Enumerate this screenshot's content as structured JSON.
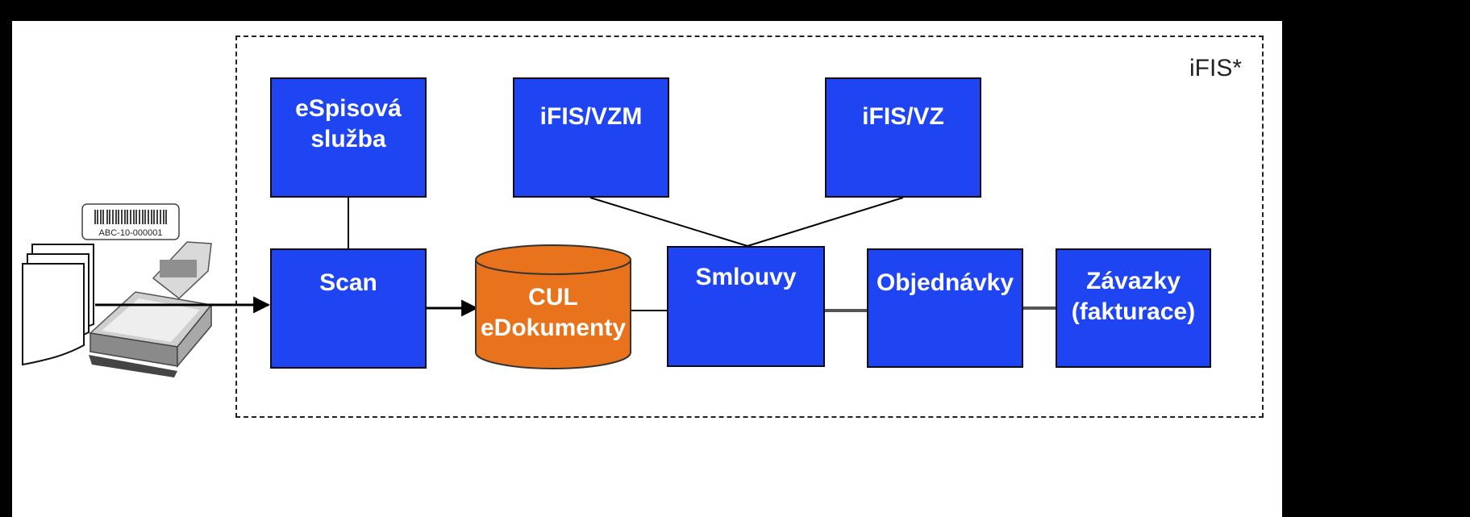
{
  "container": {
    "label": "iFIS*"
  },
  "boxes": {
    "espisova": "eSpisová\nslužba",
    "ifis_vzm": "iFIS/VZM",
    "ifis_vz": "iFIS/VZ",
    "scan": "Scan",
    "smlouvy": "Smlouvy",
    "objednavky": "Objednávky",
    "zavazky": "Závazky\n(fakturace)"
  },
  "database": {
    "label": "CUL\neDokumenty"
  },
  "source": {
    "barcode_text": "ABC-10-000001"
  },
  "colors": {
    "box_fill": "#1f45f2",
    "database_fill": "#e8731c",
    "background": "#ffffff",
    "outer_border": "#000000"
  },
  "icons": [
    "document-stack-icon",
    "barcode-label-icon",
    "scanner-icon",
    "database-icon"
  ]
}
